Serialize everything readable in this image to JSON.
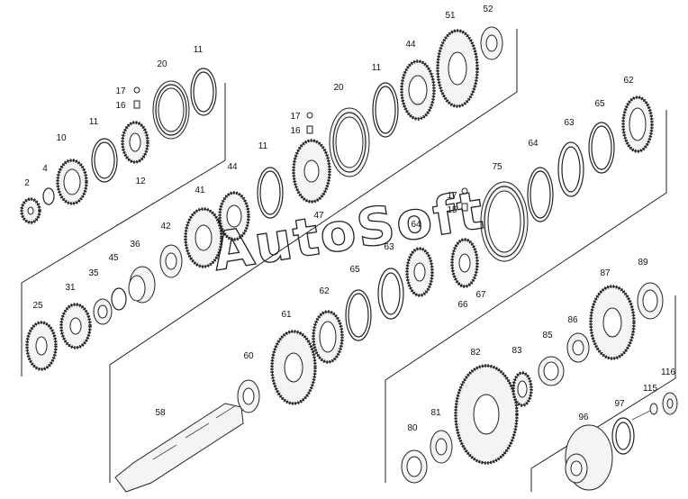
{
  "watermark": "AutoSoft",
  "labels": [
    {
      "id": "2",
      "text": "2"
    },
    {
      "id": "4",
      "text": "4"
    },
    {
      "id": "10",
      "text": "10"
    },
    {
      "id": "11a",
      "text": "11"
    },
    {
      "id": "12",
      "text": "12"
    },
    {
      "id": "16a",
      "text": "16"
    },
    {
      "id": "17a",
      "text": "17"
    },
    {
      "id": "20a",
      "text": "20"
    },
    {
      "id": "11b",
      "text": "11"
    },
    {
      "id": "16b",
      "text": "16"
    },
    {
      "id": "17b",
      "text": "17"
    },
    {
      "id": "20b",
      "text": "20"
    },
    {
      "id": "11c",
      "text": "11"
    },
    {
      "id": "44a",
      "text": "44"
    },
    {
      "id": "51",
      "text": "51"
    },
    {
      "id": "52",
      "text": "52"
    },
    {
      "id": "11d",
      "text": "11"
    },
    {
      "id": "44b",
      "text": "44"
    },
    {
      "id": "41",
      "text": "41"
    },
    {
      "id": "42",
      "text": "42"
    },
    {
      "id": "36",
      "text": "36"
    },
    {
      "id": "45",
      "text": "45"
    },
    {
      "id": "35",
      "text": "35"
    },
    {
      "id": "31",
      "text": "31"
    },
    {
      "id": "25",
      "text": "25"
    },
    {
      "id": "47",
      "text": "47"
    },
    {
      "id": "62a",
      "text": "62"
    },
    {
      "id": "63a",
      "text": "63"
    },
    {
      "id": "65a",
      "text": "65"
    },
    {
      "id": "64a",
      "text": "64"
    },
    {
      "id": "75",
      "text": "75"
    },
    {
      "id": "17c",
      "text": "17"
    },
    {
      "id": "15",
      "text": "15"
    },
    {
      "id": "64b",
      "text": "64"
    },
    {
      "id": "63b",
      "text": "63"
    },
    {
      "id": "65b",
      "text": "65"
    },
    {
      "id": "62b",
      "text": "62"
    },
    {
      "id": "67",
      "text": "67"
    },
    {
      "id": "66",
      "text": "66"
    },
    {
      "id": "61",
      "text": "61"
    },
    {
      "id": "60",
      "text": "60"
    },
    {
      "id": "58",
      "text": "58"
    },
    {
      "id": "87",
      "text": "87"
    },
    {
      "id": "89",
      "text": "89"
    },
    {
      "id": "86",
      "text": "86"
    },
    {
      "id": "85",
      "text": "85"
    },
    {
      "id": "83",
      "text": "83"
    },
    {
      "id": "82",
      "text": "82"
    },
    {
      "id": "81",
      "text": "81"
    },
    {
      "id": "80",
      "text": "80"
    },
    {
      "id": "116",
      "text": "116"
    },
    {
      "id": "115",
      "text": "115"
    },
    {
      "id": "97",
      "text": "97"
    },
    {
      "id": "96",
      "text": "96"
    }
  ]
}
